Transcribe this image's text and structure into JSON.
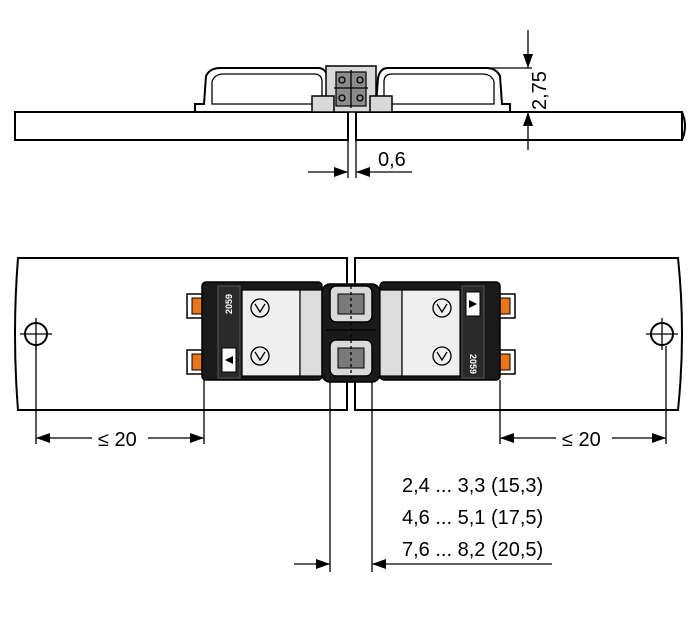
{
  "dimensions": {
    "height": "2,75",
    "gap": "0,6",
    "left_distance": "≤ 20",
    "right_distance": "≤ 20",
    "spans": [
      "2,4 ... 3,3 (15,3)",
      "4,6 ... 5,1 (17,5)",
      "7,6 ... 8,2 (20,5)"
    ]
  },
  "part_number": "2059",
  "colors": {
    "line": "#000000",
    "contact": "#e8761c",
    "housing": "#1a1a1a"
  }
}
